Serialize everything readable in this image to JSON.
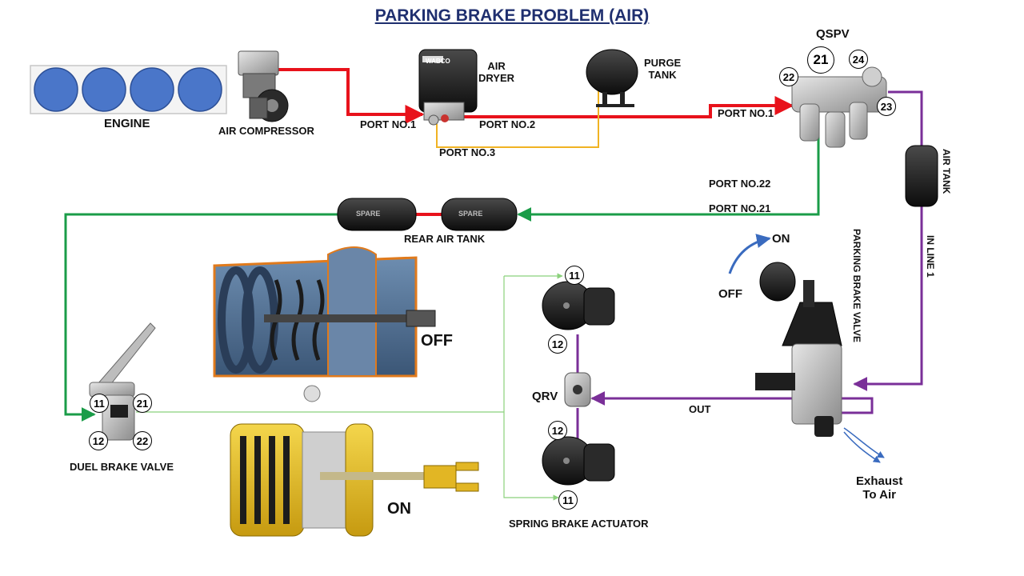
{
  "title": "PARKING BRAKE PROBLEM (AIR)",
  "components": {
    "engine": "ENGINE",
    "air_compressor": "AIR COMPRESSOR",
    "air_dryer": "AIR\nDRYER",
    "air_dryer_brand": "WABCO",
    "purge_tank": "PURGE\nTANK",
    "qspv": "QSPV",
    "air_tank": "AIR TANK",
    "rear_air_tank": "REAR AIR TANK",
    "tank_brand": "SPARE",
    "parking_brake_valve": "PARKING BRAKE VALVE",
    "duel_brake_valve": "DUEL BRAKE VALVE",
    "spring_brake_actuator": "SPRING BRAKE ACTUATOR",
    "qrv": "QRV"
  },
  "ports": {
    "dryer_in": "PORT NO.1",
    "dryer_out": "PORT NO.2",
    "dryer_purge": "PORT NO.3",
    "qspv_in": "PORT NO.1",
    "qspv_22": "PORT NO.22",
    "qspv_21": "PORT NO.21",
    "in_line": "IN LINE 1",
    "out": "OUT"
  },
  "port_numbers": {
    "qspv": [
      "21",
      "22",
      "24",
      "23"
    ],
    "actuator_top": [
      "11",
      "12"
    ],
    "actuator_bottom": [
      "12",
      "11"
    ],
    "duel_valve": [
      "11",
      "21",
      "12",
      "22"
    ]
  },
  "states": {
    "lever_on": "ON",
    "lever_off": "OFF",
    "cutaway_off": "OFF",
    "cutaway_on": "ON"
  },
  "exhaust": "Exhaust\nTo Air",
  "colors": {
    "compressed_line": "#e8121b",
    "purge_line": "#f0b323",
    "supply_line": "#1a9c48",
    "control_line": "#7a2f98",
    "signal_line": "#8bd17c",
    "title": "#1f2f6f",
    "engine_cylinder": "#4a76c9",
    "lever_arc": "#3a6bbf"
  }
}
